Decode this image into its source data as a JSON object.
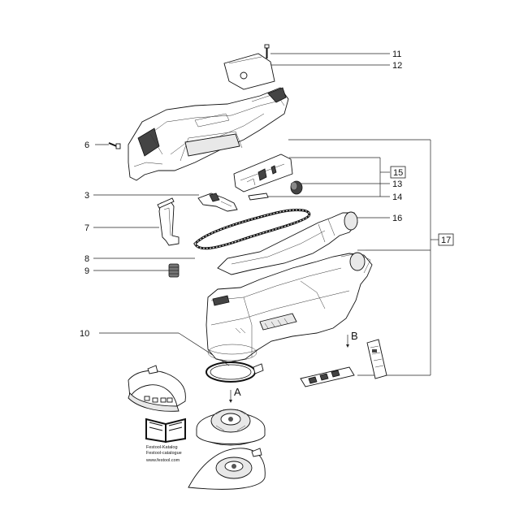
{
  "labels": {
    "l11": "11",
    "l12": "12",
    "l6": "6",
    "l15": "15",
    "l13": "13",
    "l3": "3",
    "l14": "14",
    "l7": "7",
    "l16": "16",
    "l17": "17",
    "l8": "8",
    "l9": "9",
    "l10": "10",
    "lB": "B",
    "lA": "A"
  },
  "catalog": {
    "line1": "Festool-Katalog",
    "line2": "Festool-catalogue",
    "line3": "www.festool.com"
  }
}
